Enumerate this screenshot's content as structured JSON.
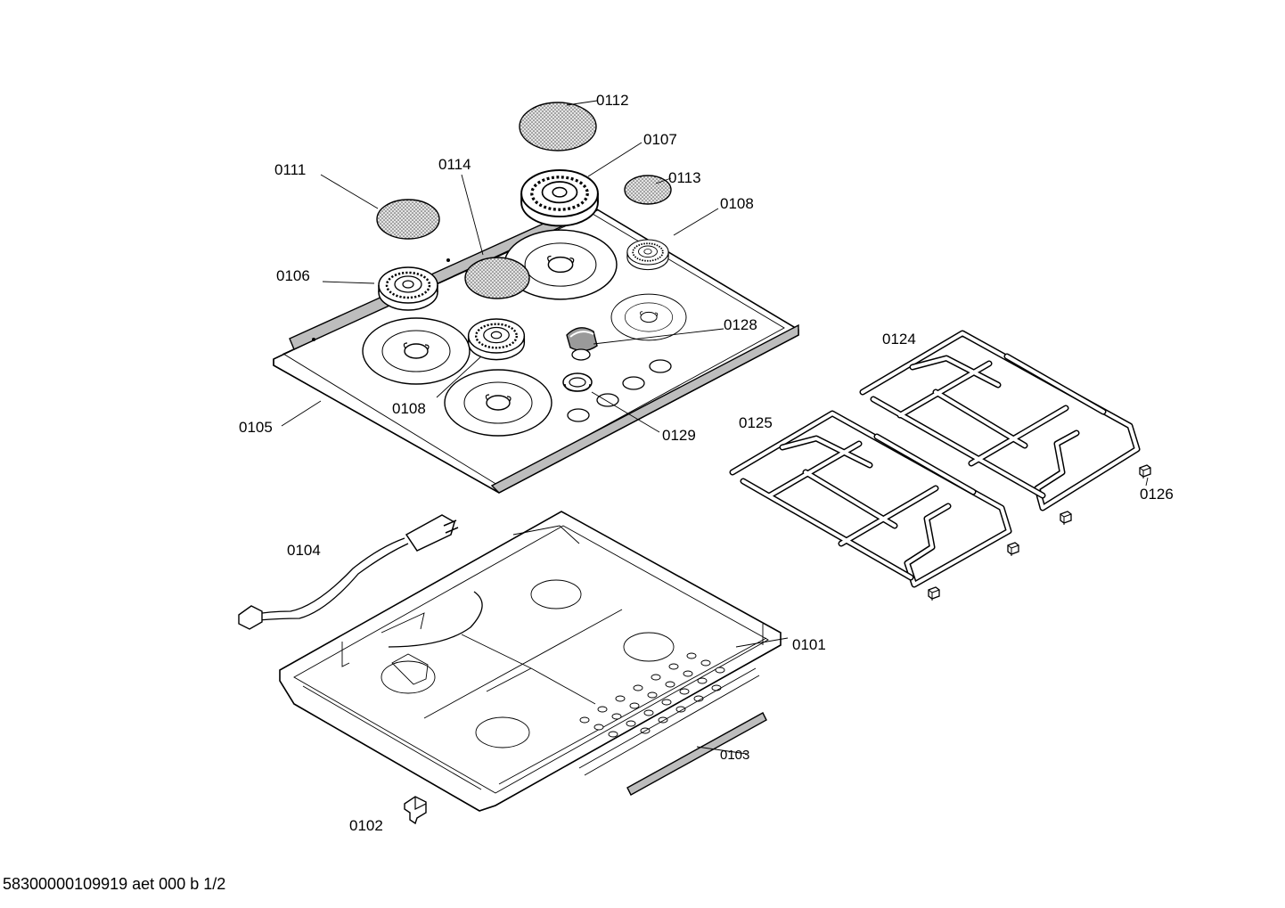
{
  "labels": {
    "p0112": "0112",
    "p0107": "0107",
    "p0111": "0111",
    "p0114": "0114",
    "p0113": "0113",
    "p0108a": "0108",
    "p0106": "0106",
    "p0128": "0128",
    "p0124": "0124",
    "p0125": "0125",
    "p0108b": "0108",
    "p0105": "0105",
    "p0129": "0129",
    "p0126": "0126",
    "p0104": "0104",
    "p0101": "0101",
    "p0103": "0103",
    "p0102": "0102"
  },
  "footer": "58300000109919 aet 000 b 1/2"
}
